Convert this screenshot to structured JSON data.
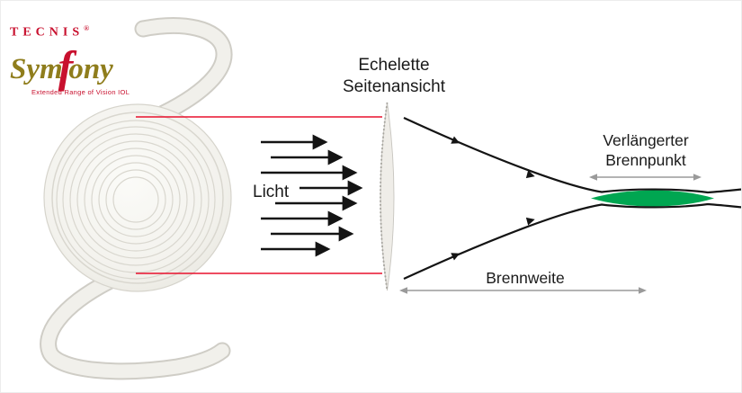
{
  "logo": {
    "brand": "TECNIS",
    "registered": "®",
    "product_pre": "Sym",
    "product_f": "f",
    "product_post": "ony",
    "tagline": "Extended Range of Vision IOL"
  },
  "labels": {
    "echelette_line1": "Echelette",
    "echelette_line2": "Seitenansicht",
    "light": "Licht",
    "extended_focus_line1": "Verlängerter",
    "extended_focus_line2": "Brennpunkt",
    "focal_length": "Brennweite"
  },
  "colors": {
    "brand_red": "#c8102e",
    "brand_gold": "#8f7d1c",
    "line_red": "#e8112d",
    "ink": "#1a1a1a",
    "measure_gray": "#9a9a9a",
    "focus_green": "#00a651",
    "lens_fill": "#f2f1ec",
    "lens_stroke": "#d6d4cc",
    "ring_stroke": "#d9d7cf"
  }
}
